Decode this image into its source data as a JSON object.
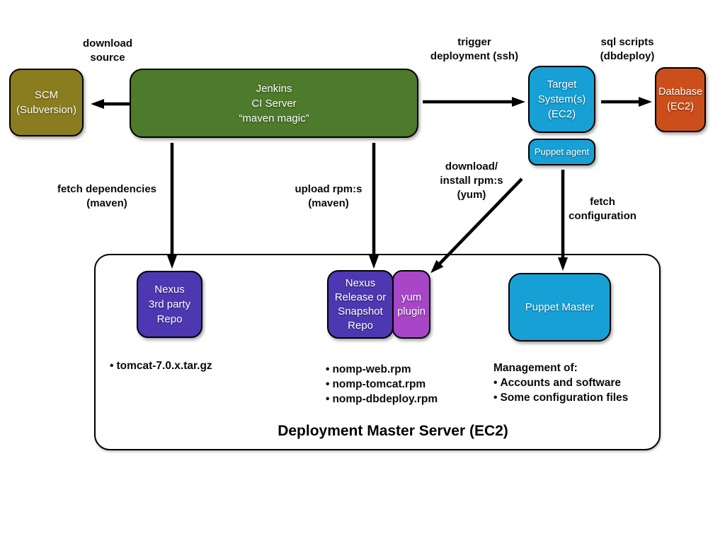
{
  "nodes": {
    "scm": {
      "lines": [
        "SCM",
        "(Subversion)"
      ],
      "color": "#8a7d20"
    },
    "jenkins": {
      "lines": [
        "Jenkins",
        "CI Server",
        "“maven magic”"
      ],
      "color": "#4d7a2b"
    },
    "target_system": {
      "lines": [
        "Target",
        "System(s)",
        "(EC2)"
      ],
      "color": "#17a0d5"
    },
    "puppet_agent": {
      "label": "Puppet agent",
      "color": "#17a0d5"
    },
    "database": {
      "lines": [
        "Database",
        "(EC2)"
      ],
      "color": "#cc4e1b"
    },
    "nexus_3rd_party": {
      "lines": [
        "Nexus",
        "3rd party",
        "Repo"
      ],
      "color": "#4d38b2"
    },
    "nexus_release": {
      "lines": [
        "Nexus",
        "Release or",
        "Snapshot",
        "Repo"
      ],
      "color": "#4d38b2"
    },
    "yum_plugin": {
      "lines": [
        "yum",
        "plugin"
      ],
      "color": "#a846c8"
    },
    "puppet_master": {
      "label": "Puppet Master",
      "color": "#17a0d5"
    }
  },
  "edge_labels": {
    "download_source": [
      "download",
      "source"
    ],
    "trigger_deployment": [
      "trigger",
      "deployment (ssh)"
    ],
    "sql_scripts": [
      "sql scripts",
      "(dbdeploy)"
    ],
    "fetch_dependencies": [
      "fetch dependencies",
      "(maven)"
    ],
    "upload_rpms": [
      "upload rpm:s",
      "(maven)"
    ],
    "download_install": [
      "download/",
      "install rpm:s",
      "(yum)"
    ],
    "fetch_configuration": [
      "fetch",
      "configuration"
    ]
  },
  "deployment_server": {
    "title": "Deployment Master Server (EC2)",
    "nexus_3rd_party_items": [
      "tomcat-7.0.x.tar.gz"
    ],
    "nexus_release_items": [
      "nomp-web.rpm",
      "nomp-tomcat.rpm",
      "nomp-dbdeploy.rpm"
    ],
    "puppet_master_heading": "Management of:",
    "puppet_master_items": [
      "Accounts and software",
      "Some configuration files"
    ]
  }
}
